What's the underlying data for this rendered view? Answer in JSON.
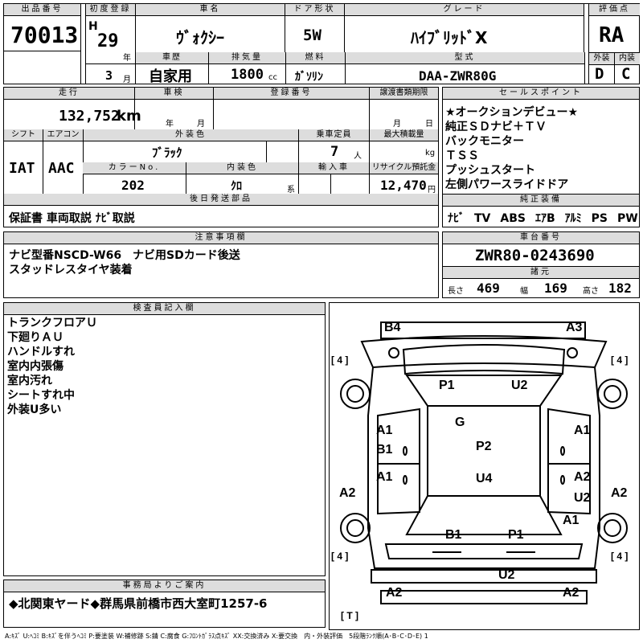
{
  "lot": {
    "label": "出品番号",
    "value": "70013"
  },
  "reg": {
    "label": "初度登録",
    "era": "H",
    "year": "29",
    "year_unit": "年",
    "month": "3",
    "month_unit": "月"
  },
  "car_name": {
    "label": "車名",
    "value": "ｳﾞｫｸｼｰ"
  },
  "doors": {
    "label": "ドア形状",
    "value": "5W"
  },
  "grade": {
    "label": "グレード",
    "value": "ﾊｲﾌﾞﾘｯﾄﾞX"
  },
  "score": {
    "label": "評価点",
    "value": "RA",
    "ext_label": "外装",
    "int_label": "内装",
    "ext_value": "D",
    "int_value": "C"
  },
  "history": {
    "label": "車歴",
    "value": "自家用"
  },
  "displacement": {
    "label": "排気量",
    "value": "1800",
    "unit": "cc"
  },
  "fuel": {
    "label": "燃料",
    "value": "ｶﾞｿﾘﾝ"
  },
  "model": {
    "label": "型式",
    "value": "DAA-ZWR80G"
  },
  "mileage": {
    "label": "走行",
    "value": "132,752",
    "unit": "km"
  },
  "inspection": {
    "label": "車検",
    "year_unit": "年",
    "month_unit": "月"
  },
  "plate": {
    "label": "登録番号"
  },
  "transfer": {
    "label": "譲渡書類期限",
    "month_unit": "月",
    "day_unit": "日"
  },
  "shift": {
    "label": "シフト",
    "value": "IAT"
  },
  "aircon": {
    "label": "エアコン",
    "value": "AAC"
  },
  "ext_color": {
    "label": "外装色",
    "value": "ﾌﾞﾗｯｸ"
  },
  "seats": {
    "label": "乗車定員",
    "value": "7",
    "unit": "人"
  },
  "max_load": {
    "label": "最大積載量",
    "unit": "kg"
  },
  "color_no": {
    "label": "カラーNo.",
    "value": "202"
  },
  "int_color": {
    "label": "内装色",
    "value": "ｸﾛ",
    "unit": "系"
  },
  "import": {
    "label": "輸入車"
  },
  "recycle": {
    "label": "リサイクル預託金",
    "value": "12,470",
    "unit": "円"
  },
  "later_parts": {
    "label": "後日発送部品",
    "value": "保証書 車両取説 ﾅﾋﾞ取説"
  },
  "sales_points": {
    "label": "セールスポイント",
    "items": [
      "★オークションデビュー★",
      "純正ＳＤナビ＋ＴＶ",
      "バックモニター",
      "ＴＳＳ",
      "プッシュスタート",
      "左側パワースライドドア"
    ]
  },
  "equipment": {
    "label": "純正装備",
    "items": [
      "ﾅﾋﾞ",
      "TV",
      "ABS",
      "ｴｱB",
      "ｱﾙﾐ",
      "PS",
      "PW"
    ]
  },
  "notes": {
    "label": "注意事項欄",
    "lines": [
      "ナビ型番NSCD-W66　ナビ用SDカード後送",
      "スタッドレスタイヤ装着"
    ]
  },
  "chassis": {
    "label": "車台番号",
    "value": "ZWR80-0243690"
  },
  "specs": {
    "label": "諸元",
    "length_label": "長さ",
    "length": "469",
    "width_label": "幅",
    "width": "169",
    "height_label": "高さ",
    "height": "182"
  },
  "inspector": {
    "label": "検査員記入欄",
    "lines": [
      "トランクフロアＵ",
      "下廻りＡＵ",
      "ハンドルすれ",
      "室内内張傷",
      "室内汚れ",
      "シートすれ中",
      "外装U多い"
    ]
  },
  "office": {
    "label": "事務局よりご案内",
    "value": "◆北関東ヤード◆群馬県前橋市西大室町1257-6"
  },
  "legend": "A:ｷｽﾞ U:ﾍｺﾐ B:ｷｽﾞを伴うﾍｺﾐ P:要塗装 W:補修跡 S:錆 C:腐食 G:ﾌﾛﾝﾄｶﾞﾗｽ点ｷｽﾞ XX:交換済み X:要交換　内・外装評価　5段階ﾗﾝｸ順(A･B･C･D･E) 1",
  "diagram": {
    "marks": [
      {
        "id": "b4",
        "t": "B4"
      },
      {
        "id": "a3",
        "t": "A3"
      },
      {
        "id": "p1a",
        "t": "P1"
      },
      {
        "id": "u2a",
        "t": "U2"
      },
      {
        "id": "g",
        "t": "G"
      },
      {
        "id": "a1l1",
        "t": "A1"
      },
      {
        "id": "b1l",
        "t": "B1"
      },
      {
        "id": "a1r1",
        "t": "A1"
      },
      {
        "id": "p2",
        "t": "P2"
      },
      {
        "id": "a1l2",
        "t": "A1"
      },
      {
        "id": "u4",
        "t": "U4"
      },
      {
        "id": "a2r",
        "t": "A2"
      },
      {
        "id": "u2r",
        "t": "U2"
      },
      {
        "id": "a2lside",
        "t": "A2"
      },
      {
        "id": "a2rside",
        "t": "A2"
      },
      {
        "id": "a1r3",
        "t": "A1"
      },
      {
        "id": "b1r",
        "t": "B1"
      },
      {
        "id": "p1r",
        "t": "P1"
      },
      {
        "id": "u2b",
        "t": "U2"
      },
      {
        "id": "a2bl",
        "t": "A2"
      },
      {
        "id": "a2br",
        "t": "A2"
      }
    ],
    "tires": [
      {
        "id": "tl1",
        "t": "4"
      },
      {
        "id": "tr1",
        "t": "4"
      },
      {
        "id": "tl2",
        "t": "4"
      },
      {
        "id": "tr2",
        "t": "4"
      }
    ],
    "spare": "T"
  }
}
